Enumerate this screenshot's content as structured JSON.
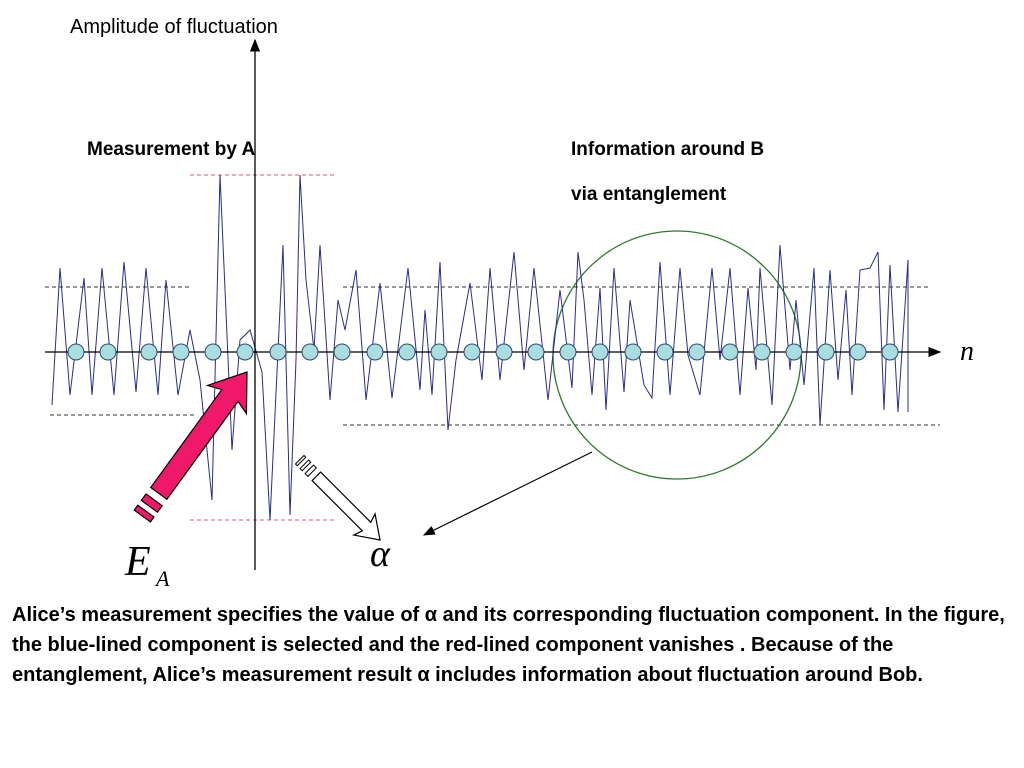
{
  "y_axis_label": "Amplitude of fluctuation",
  "x_axis_label": "n",
  "label_A": "Measurement by A",
  "label_B_line1": "Information around B",
  "label_B_line2": "via entanglement",
  "symbol_E": "E",
  "symbol_E_sub": "A",
  "symbol_alpha": "α",
  "caption": "Alice’s measurement specifies the value of α and its corresponding fluctuation component. In the figure, the blue-lined component is selected and  the red-lined component  vanishes . Because of the entanglement, Alice’s measurement result α includes information about fluctuation around Bob.",
  "colors": {
    "signal": "#2b2b8c",
    "node_fill": "#aadde0",
    "circle": "#2a7a2a",
    "red_dash": "#e05080",
    "arrow_fill": "#f0186a"
  },
  "icons": [
    "lattice-node-icon",
    "hollow-arrow-icon",
    "solid-arrow-icon"
  ]
}
